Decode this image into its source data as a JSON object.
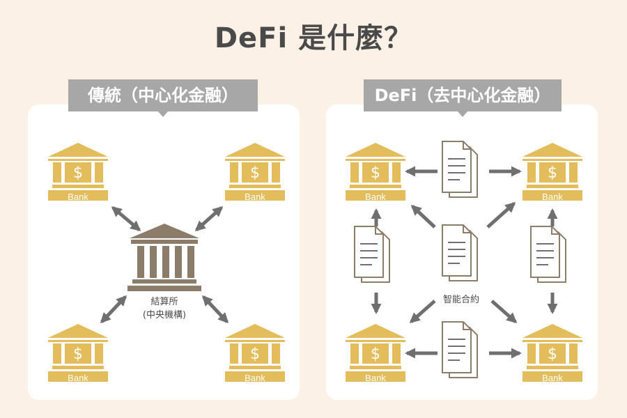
{
  "title": "DeFi 是什麼？",
  "left_panel": {
    "heading": "傳統（中心化金融）",
    "bank_label": "Bank",
    "clearing_label": "結算所",
    "clearing_sublabel": "(中央機構)"
  },
  "right_panel": {
    "heading": "DeFi（去中心化金融）",
    "bank_label": "Bank",
    "contract_label": "智能合約"
  },
  "colors": {
    "background": "#fbf1e6",
    "panel": "#ffffff",
    "tag": "#a7a7a7",
    "bank_gold": "#e3bd5c",
    "clearing_brown": "#8c7c6a",
    "arrow": "#6f6f6f",
    "document": "#8c7c6a",
    "title_text": "#4a4a4a"
  },
  "icons": {
    "bank": "bank-building-icon",
    "clearing_house": "classical-building-icon",
    "contract": "document-stack-icon",
    "dollar": "dollar-sign-icon"
  }
}
